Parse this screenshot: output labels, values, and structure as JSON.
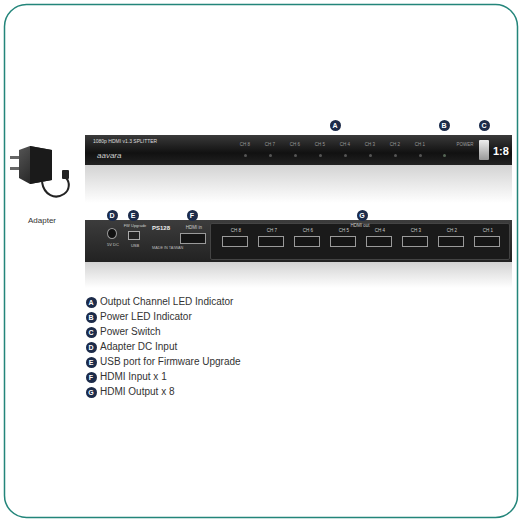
{
  "diagram": {
    "nodes": [
      {
        "text": [
          "1080p HDMI v1.3 SPLITTER",
          "aavara",
          "CH 8",
          "CH 7",
          "CH 6",
          "CH 5",
          "CH 4",
          "CH 3",
          "CH 2",
          "CH 1",
          "POWER"
        ]
      },
      {
        "text": [
          "1:8"
        ],
        "in": 0
      },
      {
        "text": [
          "PS128",
          "MADE IN TAIWAN",
          "HDMI out"
        ]
      },
      {
        "text": [
          "5V DC"
        ],
        "in": 2
      },
      {
        "text": [
          "FW Upgrade",
          "USB"
        ],
        "in": 2
      },
      {
        "text": [
          "HDMI in"
        ],
        "in": 2
      },
      {
        "text": [
          "CH 8"
        ],
        "in": 2
      },
      {
        "text": [
          "CH 7"
        ],
        "in": 2
      },
      {
        "text": [
          "CH 6"
        ],
        "in": 2
      },
      {
        "text": [
          "CH 5"
        ],
        "in": 2
      },
      {
        "text": [
          "CH 4"
        ],
        "in": 2
      },
      {
        "text": [
          "CH 3"
        ],
        "in": 2
      },
      {
        "text": [
          "CH 2"
        ],
        "in": 2
      },
      {
        "text": [
          "CH 1"
        ],
        "in": 2
      }
    ],
    "labels": [
      "Adapter",
      "A",
      "B",
      "C",
      "D",
      "E",
      "F",
      "G",
      "A",
      "Output Channel LED Indicator",
      "B",
      "Power LED Indicator",
      "C",
      "Power Switch",
      "D",
      "Adapter DC Input",
      "E",
      "USB port for Firmware Upgrade",
      "F",
      "HDMI Input x 1",
      "G",
      "HDMI Output x 8"
    ]
  }
}
